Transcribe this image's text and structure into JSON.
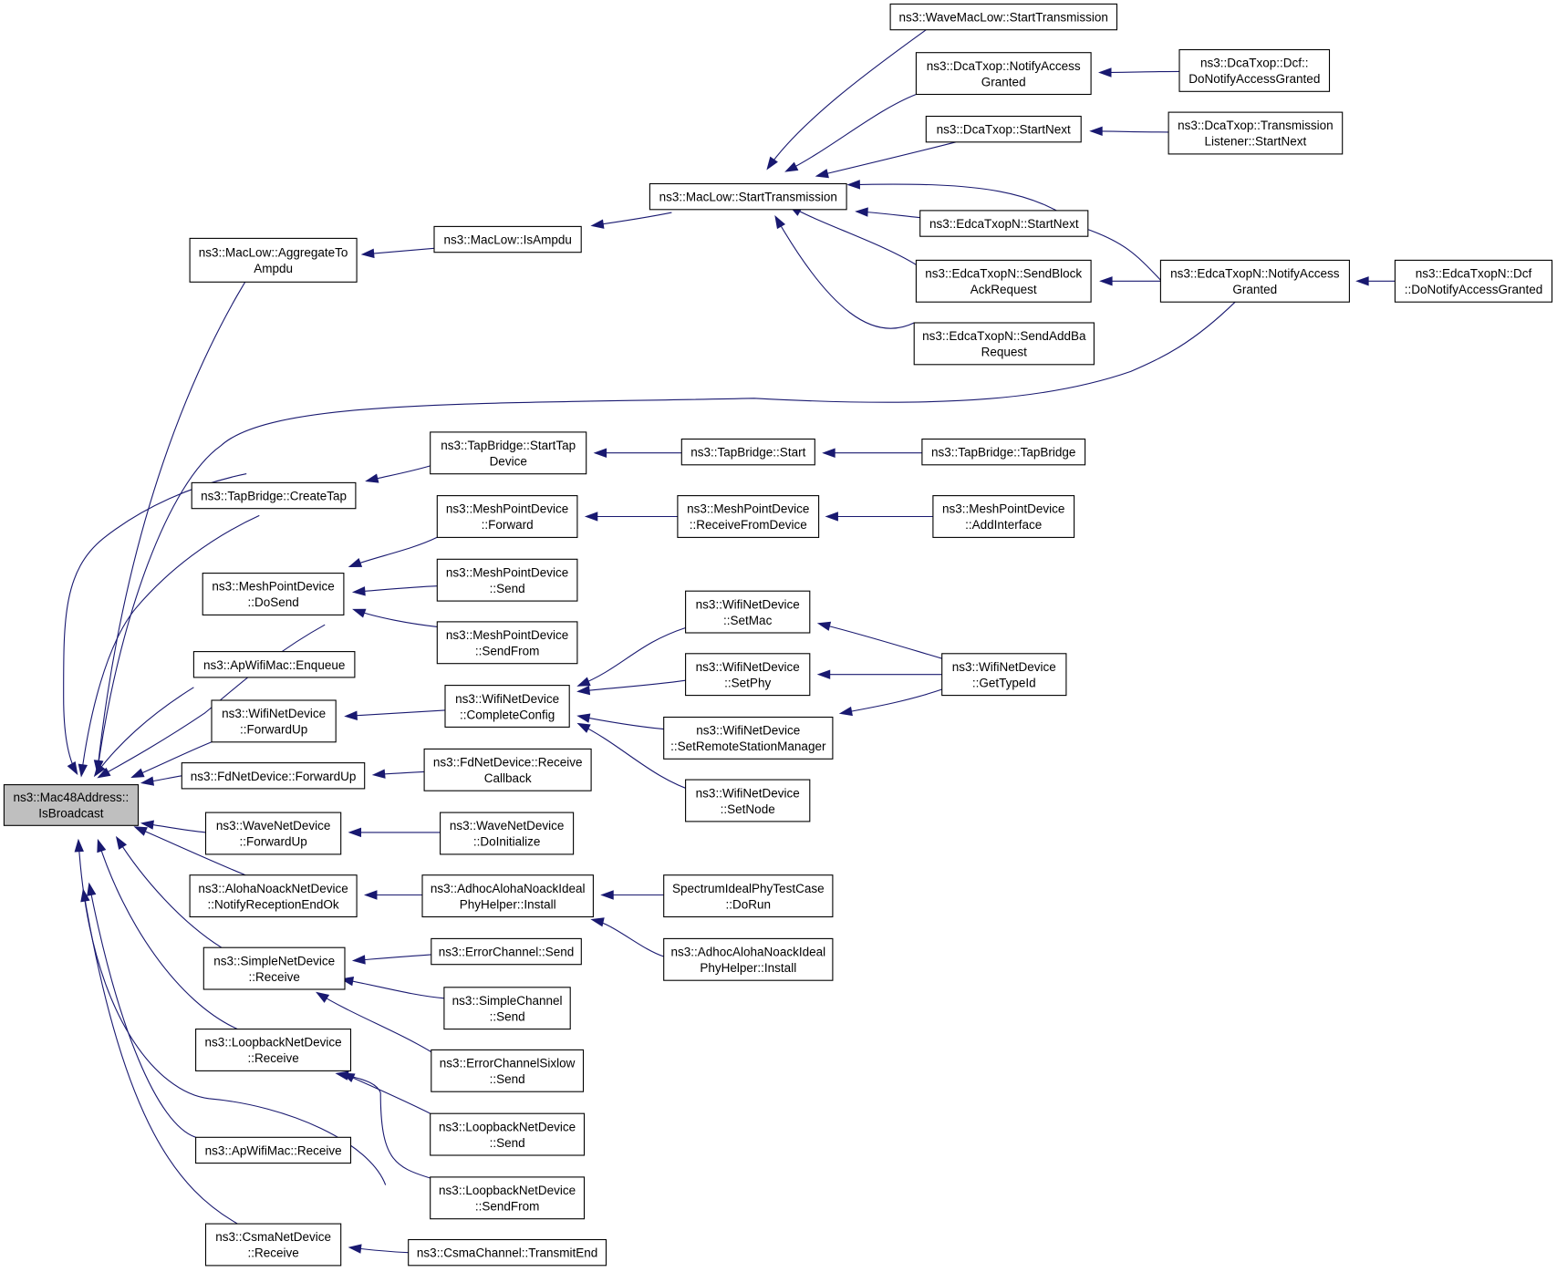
{
  "graph": {
    "colors": {
      "edge": "#191970",
      "border": "#000000",
      "border_truncated": "#ff0000",
      "root_fill": "#bfbfbf",
      "node_fill": "#ffffff"
    },
    "nodes": [
      {
        "id": "root",
        "lines": [
          "ns3::Mac48Address::",
          "IsBroadcast"
        ],
        "root": true
      },
      {
        "id": "aggregate",
        "lines": [
          "ns3::MacLow::AggregateTo",
          "Ampdu"
        ]
      },
      {
        "id": "isampdu",
        "lines": [
          "ns3::MacLow::IsAmpdu"
        ]
      },
      {
        "id": "starttx",
        "lines": [
          "ns3::MacLow::StartTransmission"
        ]
      },
      {
        "id": "wavemaclow",
        "lines": [
          "ns3::WaveMacLow::StartTransmission"
        ]
      },
      {
        "id": "dcanotify",
        "lines": [
          "ns3::DcaTxop::NotifyAccess",
          "Granted"
        ]
      },
      {
        "id": "dcfnotify",
        "lines": [
          "ns3::DcaTxop::Dcf::",
          "DoNotifyAccessGranted"
        ]
      },
      {
        "id": "dcastartnext",
        "lines": [
          "ns3::DcaTxop::StartNext"
        ]
      },
      {
        "id": "dcatxlistener",
        "lines": [
          "ns3::DcaTxop::Transmission",
          "Listener::StartNext"
        ]
      },
      {
        "id": "edcastartnext",
        "lines": [
          "ns3::EdcaTxopN::StartNext"
        ],
        "truncated": true
      },
      {
        "id": "edcasendblock",
        "lines": [
          "ns3::EdcaTxopN::SendBlock",
          "AckRequest"
        ]
      },
      {
        "id": "edcanotify",
        "lines": [
          "ns3::EdcaTxopN::NotifyAccess",
          "Granted"
        ]
      },
      {
        "id": "edcadcf",
        "lines": [
          "ns3::EdcaTxopN::Dcf",
          "::DoNotifyAccessGranted"
        ]
      },
      {
        "id": "edcasendaddba",
        "lines": [
          "ns3::EdcaTxopN::SendAddBa",
          "Request"
        ],
        "truncated": true
      },
      {
        "id": "createtap",
        "lines": [
          "ns3::TapBridge::CreateTap"
        ]
      },
      {
        "id": "starttapdevice",
        "lines": [
          "ns3::TapBridge::StartTap",
          "Device"
        ]
      },
      {
        "id": "tapstart",
        "lines": [
          "ns3::TapBridge::Start"
        ]
      },
      {
        "id": "tapbridge",
        "lines": [
          "ns3::TapBridge::TapBridge"
        ]
      },
      {
        "id": "meshdosend",
        "lines": [
          "ns3::MeshPointDevice",
          "::DoSend"
        ]
      },
      {
        "id": "meshforward",
        "lines": [
          "ns3::MeshPointDevice",
          "::Forward"
        ]
      },
      {
        "id": "meshrecvfrom",
        "lines": [
          "ns3::MeshPointDevice",
          "::ReceiveFromDevice"
        ]
      },
      {
        "id": "meshaddif",
        "lines": [
          "ns3::MeshPointDevice",
          "::AddInterface"
        ]
      },
      {
        "id": "meshsend",
        "lines": [
          "ns3::MeshPointDevice",
          "::Send"
        ]
      },
      {
        "id": "meshsendfrom",
        "lines": [
          "ns3::MeshPointDevice",
          "::SendFrom"
        ]
      },
      {
        "id": "apenqueue",
        "lines": [
          "ns3::ApWifiMac::Enqueue"
        ]
      },
      {
        "id": "wififorwardup",
        "lines": [
          "ns3::WifiNetDevice",
          "::ForwardUp"
        ]
      },
      {
        "id": "wificomplete",
        "lines": [
          "ns3::WifiNetDevice",
          "::CompleteConfig"
        ]
      },
      {
        "id": "wifisetmac",
        "lines": [
          "ns3::WifiNetDevice",
          "::SetMac"
        ]
      },
      {
        "id": "wifisetphy",
        "lines": [
          "ns3::WifiNetDevice",
          "::SetPhy"
        ]
      },
      {
        "id": "wifisetrsm",
        "lines": [
          "ns3::WifiNetDevice",
          "::SetRemoteStationManager"
        ]
      },
      {
        "id": "wifisetnode",
        "lines": [
          "ns3::WifiNetDevice",
          "::SetNode"
        ]
      },
      {
        "id": "wifigettype",
        "lines": [
          "ns3::WifiNetDevice",
          "::GetTypeId"
        ]
      },
      {
        "id": "fdforwardup",
        "lines": [
          "ns3::FdNetDevice::ForwardUp"
        ]
      },
      {
        "id": "fdrecvcb",
        "lines": [
          "ns3::FdNetDevice::Receive",
          "Callback"
        ]
      },
      {
        "id": "waveforwardup",
        "lines": [
          "ns3::WaveNetDevice",
          "::ForwardUp"
        ]
      },
      {
        "id": "waveinit",
        "lines": [
          "ns3::WaveNetDevice",
          "::DoInitialize"
        ]
      },
      {
        "id": "alohanotify",
        "lines": [
          "ns3::AlohaNoackNetDevice",
          "::NotifyReceptionEndOk"
        ]
      },
      {
        "id": "adhocinstall",
        "lines": [
          "ns3::AdhocAlohaNoackIdeal",
          "PhyHelper::Install"
        ]
      },
      {
        "id": "spectrumrun",
        "lines": [
          "SpectrumIdealPhyTestCase",
          "::DoRun"
        ]
      },
      {
        "id": "adhocinstall2",
        "lines": [
          "ns3::AdhocAlohaNoackIdeal",
          "PhyHelper::Install"
        ]
      },
      {
        "id": "simplerecv",
        "lines": [
          "ns3::SimpleNetDevice",
          "::Receive"
        ]
      },
      {
        "id": "errorchansend",
        "lines": [
          "ns3::ErrorChannel::Send"
        ]
      },
      {
        "id": "simplechansend",
        "lines": [
          "ns3::SimpleChannel",
          "::Send"
        ]
      },
      {
        "id": "errorsixlow",
        "lines": [
          "ns3::ErrorChannelSixlow",
          "::Send"
        ]
      },
      {
        "id": "looprecv",
        "lines": [
          "ns3::LoopbackNetDevice",
          "::Receive"
        ]
      },
      {
        "id": "loopsend",
        "lines": [
          "ns3::LoopbackNetDevice",
          "::Send"
        ]
      },
      {
        "id": "loopsendfrom",
        "lines": [
          "ns3::LoopbackNetDevice",
          "::SendFrom"
        ]
      },
      {
        "id": "aprecv",
        "lines": [
          "ns3::ApWifiMac::Receive"
        ]
      },
      {
        "id": "csmarecv",
        "lines": [
          "ns3::CsmaNetDevice",
          "::Receive"
        ]
      },
      {
        "id": "csmatxend",
        "lines": [
          "ns3::CsmaChannel::TransmitEnd"
        ]
      }
    ]
  }
}
